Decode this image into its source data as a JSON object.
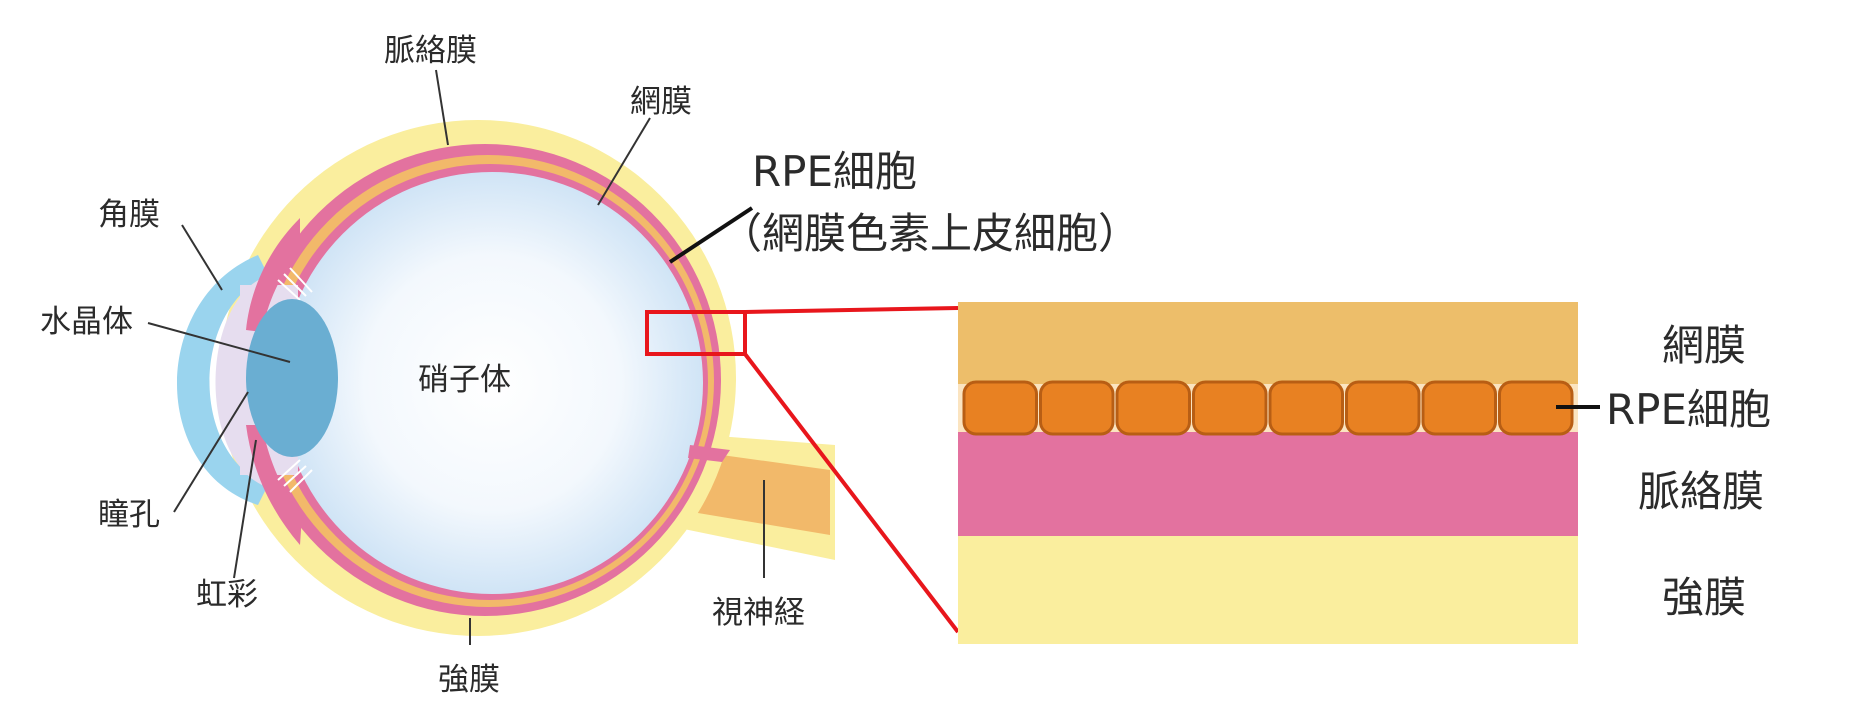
{
  "eye_labels": {
    "choroid": "脈絡膜",
    "retina": "網膜",
    "cornea": "角膜",
    "lens": "水晶体",
    "vitreous": "硝子体",
    "pupil": "瞳孔",
    "iris": "虹彩",
    "sclera": "強膜",
    "optic_nerve": "視神経"
  },
  "rpe_title": {
    "line1": "RPE細胞",
    "line2": "（網膜色素上皮細胞）"
  },
  "layer_labels": {
    "retina": "網膜",
    "rpe": "RPE細胞",
    "choroid": "脈絡膜",
    "sclera": "強膜"
  },
  "rpe_cell_count": 8,
  "colors": {
    "sclera": "#FAEE9E",
    "choroid": "#E3729F",
    "retina": "#F2B96A",
    "retina_layer": "#EDBE6A",
    "rpe_cell": "#E88122",
    "rpe_cell_border": "#B85E14",
    "cornea": "#9AD4EE",
    "lens": "#6AAED2",
    "zoom_box": "#E8161C"
  }
}
